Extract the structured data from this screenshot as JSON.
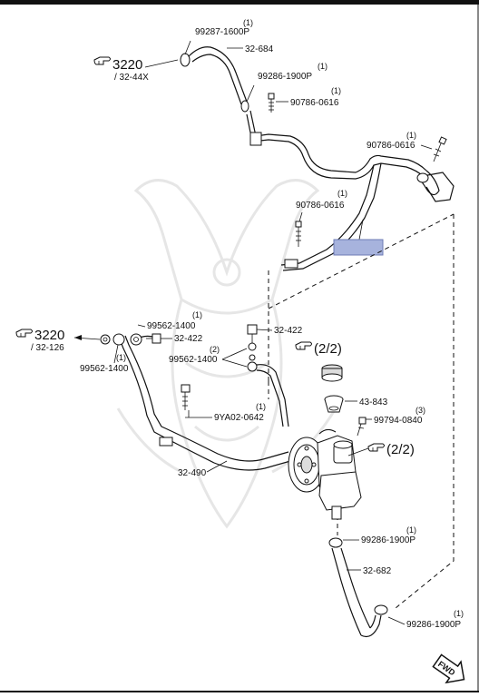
{
  "labels": {
    "p99287_1600p": "99287-1600P",
    "q99287": "(1)",
    "p32_684": "32-684",
    "ref3220_top": "3220",
    "ref3220_top_sub": "/ 32-44X",
    "p99286_1900p_a": "99286-1900P",
    "q99286_a": "(1)",
    "p90786_0616_a": "90786-0616",
    "q90786_a": "(1)",
    "p90786_0616_b": "90786-0616",
    "q90786_b": "(1)",
    "p90786_0616_c": "90786-0616",
    "q90786_c": "(1)",
    "ref3220_left": "3220",
    "ref3220_left_sub": "/ 32-126",
    "p99562_1400_a": "99562-1400",
    "q99562_a": "(1)",
    "p32_422_a": "32-422",
    "p32_422_b": "32-422",
    "p99562_1400_b": "99562-1400",
    "q99562_b": "(2)",
    "p99562_1400_c": "99562-1400",
    "q99562_c": "(1)",
    "ref_22_a": "(2/2)",
    "p43_843": "43-843",
    "p9ya02_0642": "9YA02-0642",
    "q9ya02": "(1)",
    "p99794_0840": "99794-0840",
    "q99794": "(3)",
    "ref_22_b": "(2/2)",
    "p32_490": "32-490",
    "p99286_1900p_b": "99286-1900P",
    "q99286_b": "(1)",
    "p32_682": "32-682",
    "p99286_1900p_c": "99286-1900P",
    "q99286_c": "(1)",
    "fwd": "FWD"
  },
  "colors": {
    "highlight": "#a7b3dd",
    "line": "#111111",
    "watermark": "#e6e6e6"
  },
  "icons": {
    "reference_pointer": "pointing-hand-icon",
    "forward_arrow": "fwd-arrow-icon"
  }
}
